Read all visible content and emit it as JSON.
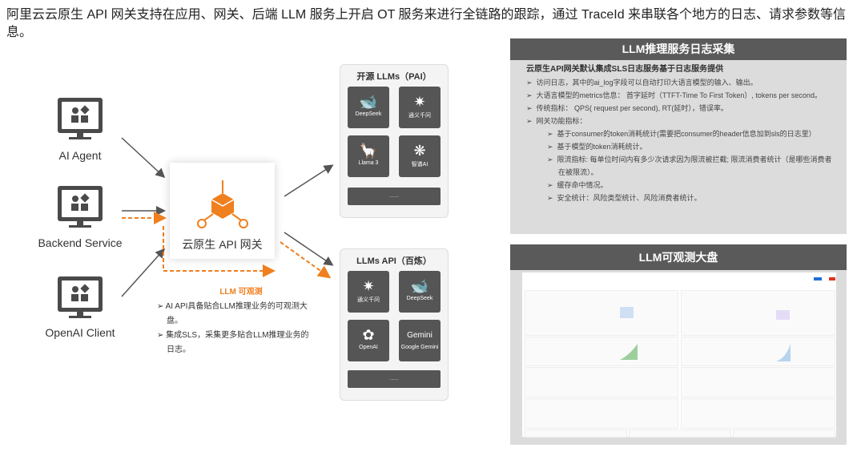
{
  "title": "阿里云云原生 API 网关支持在应用、网关、后端 LLM 服务上开启 OT 服务来进行全链路的跟踪，通过 TraceId 来串联各个地方的日志、请求参数等信息。",
  "clients": [
    {
      "label": "AI Agent",
      "icon": "ai-agent-monitor-icon"
    },
    {
      "label": "Backend Service",
      "icon": "backend-monitor-icon"
    },
    {
      "label": "OpenAI Client",
      "icon": "openai-monitor-icon"
    }
  ],
  "gateway": {
    "label": "云原生 API 网关",
    "icon": "gateway-cube-icon"
  },
  "observability": {
    "title": "LLM 可观测",
    "items": [
      "AI API具备贴合LLM推理业务的可观测大盘。",
      "集成SLS，采集更多贴合LLM推理业务的日志。"
    ]
  },
  "open_llms": {
    "title": "开源 LLMs（PAI）",
    "models": [
      "DeepSeek",
      "通义千问",
      "Llama 3",
      "智谱AI"
    ],
    "more": "......"
  },
  "api_llms": {
    "title": "LLMs API（百炼）",
    "models": [
      "通义千问",
      "DeepSeek",
      "OpenAI",
      "Google Gemini"
    ],
    "more": "......"
  },
  "log_panel": {
    "header": "LLM推理服务日志采集",
    "subtitle": "云原生API网关默认集成SLS日志服务基于日志服务提供",
    "items": [
      "访问日志，其中的ai_log字段可以自动打印大语言模型的输入、输出。",
      "大语言模型的metrics信息： 首字延时（TTFT-Time To First Token）, tokens per second。",
      "传统指标： QPS( request per second), RT(延时），错误率。",
      "网关功能指标："
    ],
    "subitems": [
      "基于consumer的token消耗统计(需要把consumer的header信息加到sls的日志里）",
      "基于模型的token消耗统计。",
      "限流指标: 每单位时间内有多少次请求因为限流被拦截; 限流消费者统计（是哪些消费者在被限流）。",
      "缓存命中情况。",
      "安全统计：风险类型统计、风险消费者统计。"
    ]
  },
  "dashboard_panel": {
    "header": "LLM可观测大盘"
  },
  "colors": {
    "accent": "#f07f1e",
    "tile": "#555555",
    "panel_header": "#5a5a5a",
    "panel_bg": "#dcdcdc"
  }
}
